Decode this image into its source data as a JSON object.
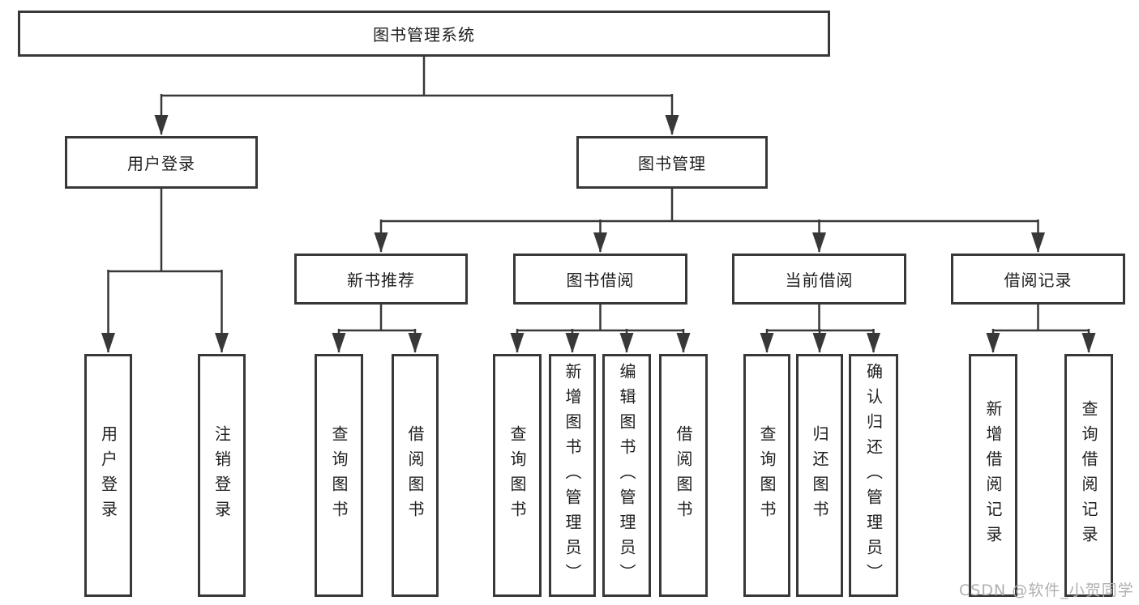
{
  "page": {
    "background": "#ffffff"
  },
  "watermark": {
    "text": "CSDN @软件_小贺同学",
    "color": "#b0b0b0"
  },
  "diagram": {
    "type": "hierarchy-tree",
    "colors": {
      "line": "#383838",
      "border": "#383838",
      "text": "#1e1e1e"
    },
    "root": "图书管理系统",
    "level2": {
      "user_login": "用户登录",
      "book_mgmt": "图书管理"
    },
    "level3": {
      "new_book": "新书推荐",
      "book_borrow": "图书借阅",
      "current_borrow": "当前借阅",
      "borrow_record": "借阅记录"
    },
    "leaves": {
      "user_login": [
        "用户登录",
        "注销登录"
      ],
      "new_book": [
        "查询图书",
        "借阅图书"
      ],
      "book_borrow": [
        "查询图书",
        "新增图书（管理员）",
        "编辑图书（管理员）",
        "借阅图书"
      ],
      "current_borrow": [
        "查询图书",
        "归还图书",
        "确认归还（管理员）"
      ],
      "borrow_record": [
        "新增借阅记录",
        "查询借阅记录"
      ]
    }
  }
}
